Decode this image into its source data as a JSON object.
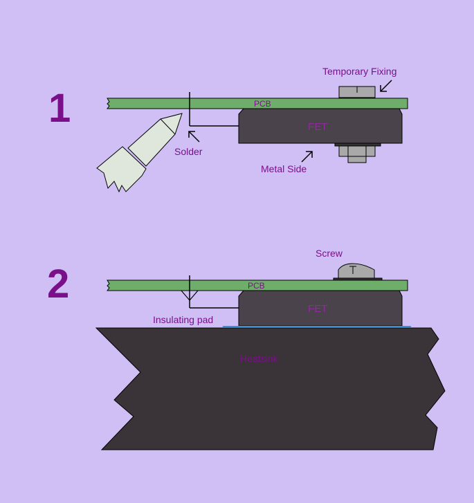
{
  "diagram": {
    "colors": {
      "background": "#cfbff5",
      "pcb": "#6fae6a",
      "component": "#4a434c",
      "heatsink": "#3a3438",
      "label": "#7a0f8a",
      "insulator": "#3b8fd8",
      "hardware": "#a9a9a9",
      "iron": "#dfe6dc"
    },
    "step1": {
      "number": "1",
      "pcb_label": "PCB",
      "fet_label": "FET",
      "temporary_fixing_label": "Temporary Fixing",
      "solder_label": "Solder",
      "metal_side_label": "Metal Side"
    },
    "step2": {
      "number": "2",
      "pcb_label": "PCB",
      "fet_label": "FET",
      "screw_label": "Screw",
      "insulating_pad_label": "Insulating pad",
      "heatsink_label": "Heatsink"
    }
  }
}
